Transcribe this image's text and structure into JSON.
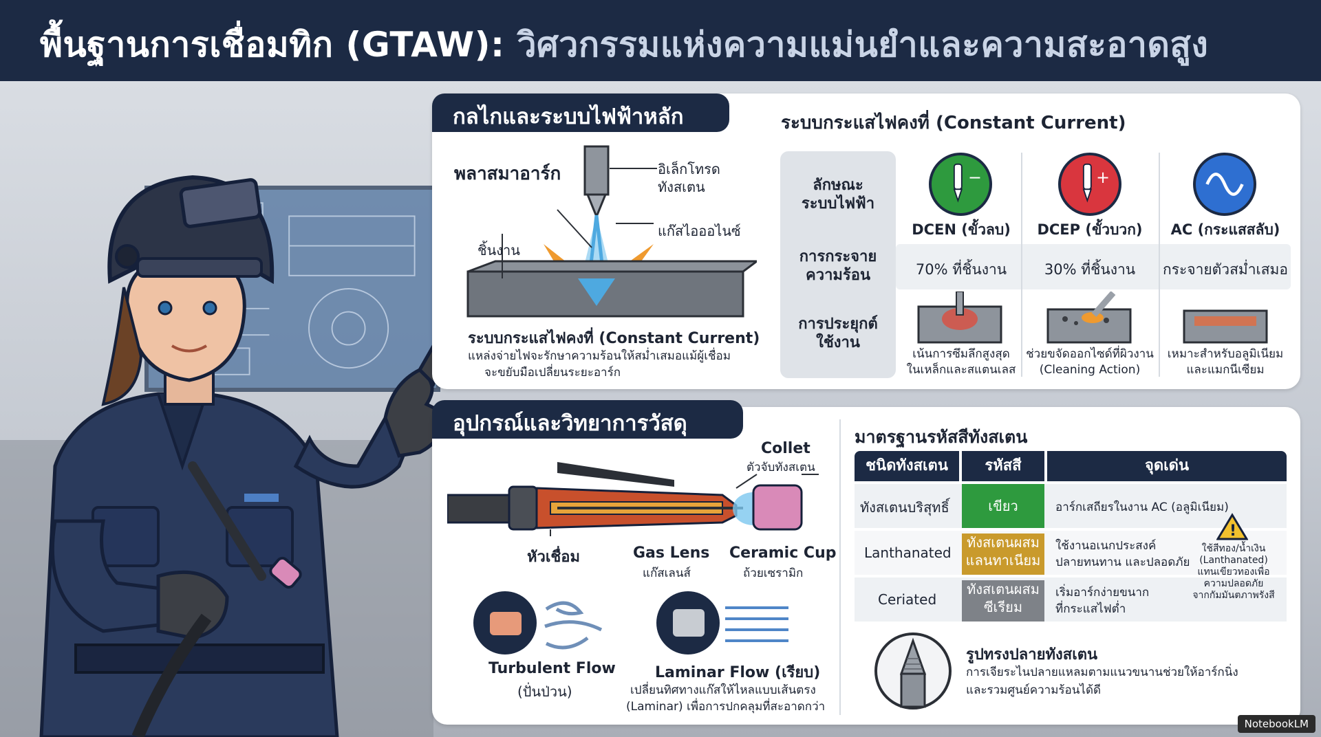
{
  "title": {
    "main": "พื้นฐานการเชื่อมทิก (GTAW):",
    "sub": "วิศวกรรมแห่งความแม่นยำและความสะอาดสูง"
  },
  "section1": {
    "tab": "กลไกและระบบไฟฟ้าหลัก",
    "labels": {
      "plasma_arc": "พลาสมาอาร์ก",
      "electrode_l1": "อิเล็กโทรด",
      "electrode_l2": "ทังสเตน",
      "ion_gas": "แก๊สไอออไนซ์",
      "workpiece": "ชิ้นงาน"
    },
    "caption_title": "ระบบกระแสไฟคงที่ (Constant Current)",
    "caption_l1": "แหล่งจ่ายไฟจะรักษาความร้อนให้สม่ำเสมอแม้ผู้เชื่อม",
    "caption_l2": "จะขยับมือเปลี่ยนระยะอาร์ก"
  },
  "cc_table": {
    "heading": "ระบบกระแสไฟคงที่ (Constant Current)",
    "row_heads": {
      "character_l1": "ลักษณะ",
      "character_l2": "ระบบไฟฟ้า",
      "heat_l1": "การกระจาย",
      "heat_l2": "ความร้อน",
      "app_l1": "การประยุกต์",
      "app_l2": "ใช้งาน"
    },
    "columns": [
      {
        "name": "DCEN (ขั้วลบ)",
        "heat": "70% ที่ชิ้นงาน",
        "note_l1": "เน้นการซึมลึกสูงสุด",
        "note_l2": "ในเหล็กและสแตนเลส",
        "color": "#2e9a3e",
        "symbol": "−"
      },
      {
        "name": "DCEP (ขั้วบวก)",
        "heat": "30% ที่ชิ้นงาน",
        "note_l1": "ช่วยขจัดออกไซด์ที่ผิวงาน",
        "note_l2": "(Cleaning Action)",
        "color": "#d9363e",
        "symbol": "+"
      },
      {
        "name": "AC (กระแสสลับ)",
        "heat": "กระจายตัวสม่ำเสมอ",
        "note_l1": "เหมาะสำหรับอลูมิเนียม",
        "note_l2": "และแมกนีเซียม",
        "color": "#2e6fd1",
        "symbol": "∿"
      }
    ]
  },
  "section2": {
    "tab": "อุปกรณ์และวิทยาการวัสดุ",
    "labels": {
      "collet": "Collet",
      "collet_th": "ตัวจับทังสเตน",
      "torch": "หัวเชื่อม",
      "gas_lens": "Gas Lens",
      "gas_lens_th": "แก๊สเลนส์",
      "ceramic_cup": "Ceramic Cup",
      "ceramic_cup_th": "ถ้วยเซรามิก"
    },
    "turbulent_title": "Turbulent Flow",
    "turbulent_th": "(ปั่นป่วน)",
    "laminar_title": "Laminar Flow (เรียบ)",
    "laminar_l1": "เปลี่ยนทิศทางแก๊สให้ไหลแบบเส้นตรง",
    "laminar_l2": "(Laminar) เพื่อการปกคลุมที่สะอาดกว่า"
  },
  "tungsten_table": {
    "heading": "มาตรฐานรหัสสีทังสเตน",
    "headers": [
      "ชนิดทังสเตน",
      "รหัสสี",
      "จุดเด่น"
    ],
    "rows": [
      {
        "type": "ทังสเตนบริสุทธิ์",
        "chip_l1": "เขียว",
        "chip_l2": "",
        "chip_color": "#2e9a3e",
        "feature_l1": "อาร์กเสถียรในงาน AC (อลูมิเนียม)",
        "feature_l2": ""
      },
      {
        "type": "Lanthanated",
        "chip_l1": "ทังสเตนผสม",
        "chip_l2": "แลนทาเนียม",
        "chip_color": "#c99a2c",
        "feature_l1": "ใช้งานอเนกประสงค์",
        "feature_l2": "ปลายทนทาน และปลอดภัย"
      },
      {
        "type": "Ceriated",
        "chip_l1": "ทังสเตนผสม",
        "chip_l2": "ซีเรียม",
        "chip_color": "#7e8288",
        "feature_l1": "เริ่มอาร์กง่ายขนาก",
        "feature_l2": "ที่กระแสไฟต่ำ"
      }
    ],
    "warning_l1": "ใช้สีทอง/น้ำเงิน",
    "warning_l2": "(Lanthanated)",
    "warning_l3": "แทนเขียวทองเพื่อ",
    "warning_l4": "ความปลอดภัย",
    "warning_l5": "จากกัมมันตภาพรังสี"
  },
  "tip": {
    "title": "รูปทรงปลายทังสเตน",
    "l1": "การเจียระไนปลายแหลมตามแนวขนานช่วยให้อาร์กนิ่ง",
    "l2": "และรวมศูนย์ความร้อนได้ดี"
  },
  "watermark": "NotebookLM"
}
